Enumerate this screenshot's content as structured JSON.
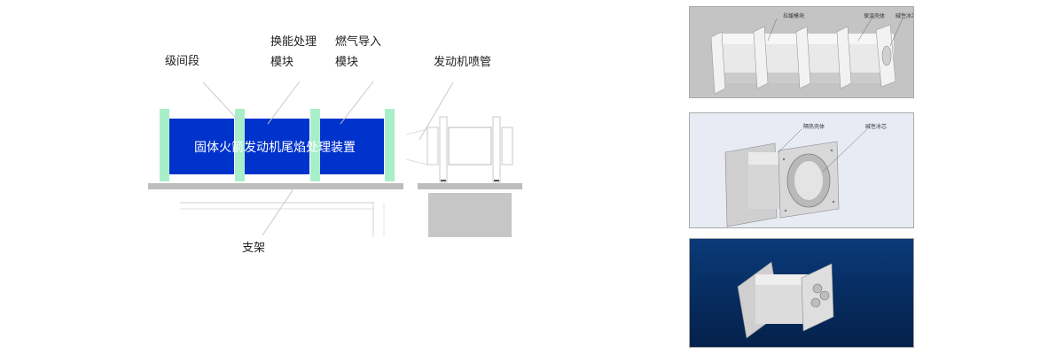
{
  "diagram": {
    "labels": {
      "interstage": "级间段",
      "energy_module_line1": "换能处理",
      "energy_module_line2": "模块",
      "gas_module_line1": "燃气导入",
      "gas_module_line2": "模块",
      "engine_nozzle": "发动机喷管",
      "support": "支架"
    },
    "device_title": "固体火箭发动机尾焰处理装置",
    "colors": {
      "module_blue": "#0033cc",
      "flange_green": "#a8efc9",
      "rail_gray": "#bdbdbd",
      "block_gray": "#c6c6c6"
    }
  },
  "photos": [
    {
      "background": "#c4c4c4",
      "callouts": [
        "拉缓模块",
        "保温壳体",
        "碱性冰芯"
      ]
    },
    {
      "background": "#e8ebf4",
      "callouts": [
        "隔热壳体",
        "碱性冰芯"
      ]
    },
    {
      "background_top": "#0a3a78",
      "background_bottom": "#04204a",
      "callouts": []
    }
  ]
}
